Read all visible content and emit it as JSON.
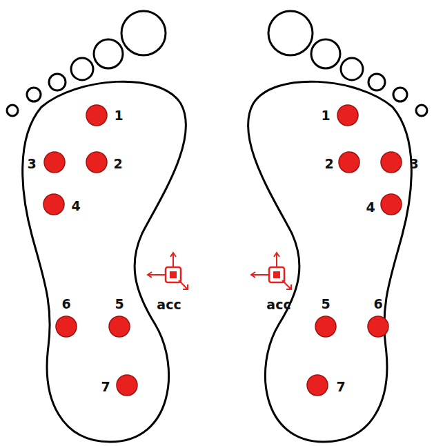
{
  "diagram": {
    "labels": [
      "1",
      "3",
      "2",
      "4",
      "6",
      "5",
      "7",
      "acc",
      "1",
      "2",
      "3",
      "4",
      "5",
      "6",
      "7",
      "acc"
    ]
  }
}
